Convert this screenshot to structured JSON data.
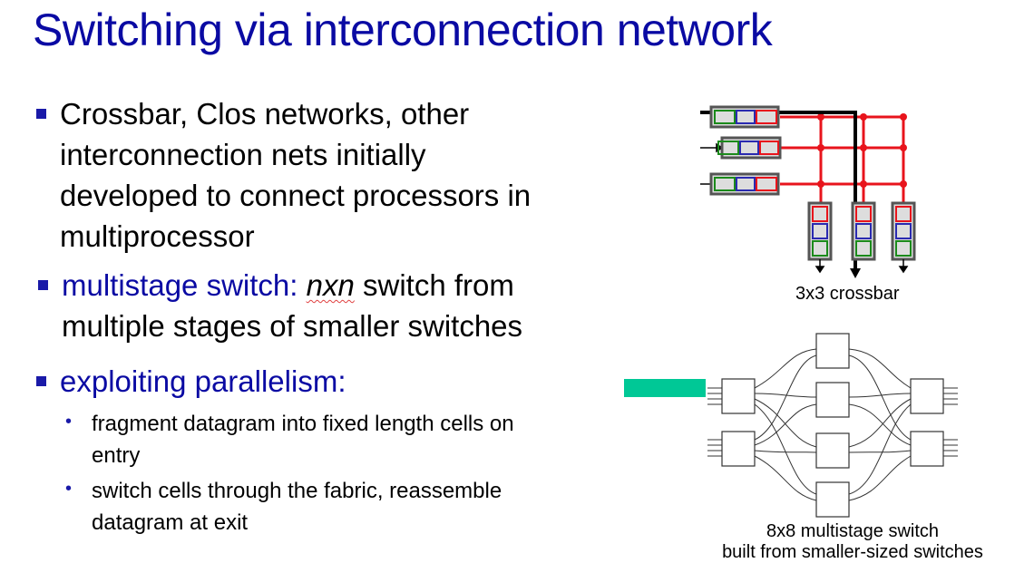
{
  "title": "Switching via interconnection network",
  "bullets": {
    "b1": "Crossbar, Clos networks, other interconnection nets initially developed to connect processors in multiprocessor",
    "b1_lines": [
      "Crossbar, Clos networks, other",
      "interconnection nets initially",
      "developed to connect processors in",
      "multiprocessor"
    ],
    "b2_pre": "multistage switch: ",
    "b2_em": "nxn",
    "b2_post": " switch from",
    "b2_line2": "multiple stages of smaller switches",
    "b3": "exploiting parallelism:",
    "sub1_l1": "fragment datagram into fixed length cells on",
    "sub1_l2": "entry",
    "sub2_l1": "switch cells through the fabric, reassemble",
    "sub2_l2": "datagram at exit"
  },
  "diagrams": {
    "crossbar_caption": "3x3 crossbar",
    "multistage_caption_l1": "8x8 multistage switch",
    "multistage_caption_l2": "built from smaller-sized switches"
  },
  "colors": {
    "title": "#0a0aa3",
    "crossbar_lines": "#e8141c",
    "accent_bar": "#00c896"
  }
}
